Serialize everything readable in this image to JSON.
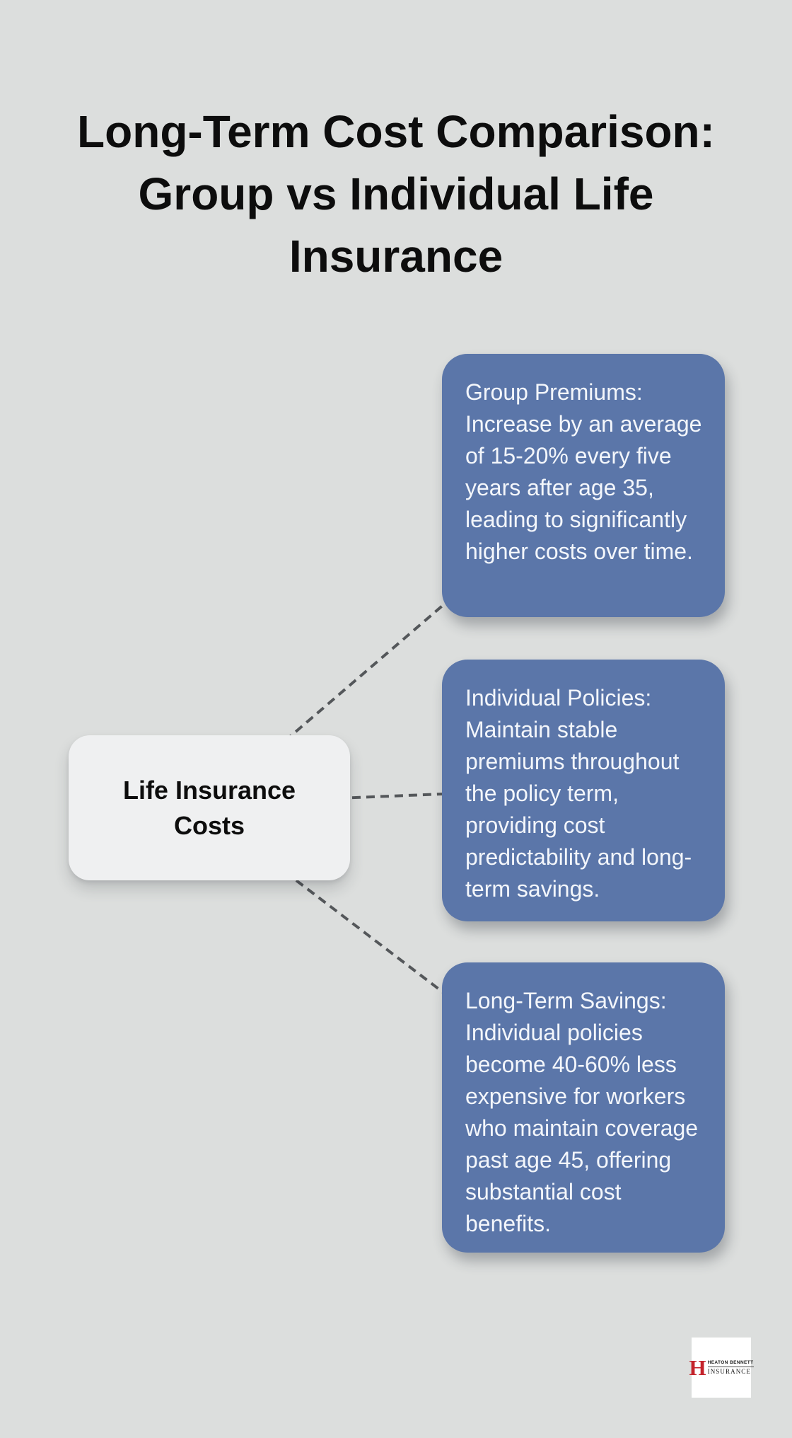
{
  "colors": {
    "background": "#dcdedd",
    "card_bg": "#5b76a9",
    "card_text": "#f3f6fb",
    "center_node_bg": "#eff0f1",
    "connector": "#54575a",
    "title_text": "#0d0d0d",
    "logo_red": "#c4232b"
  },
  "title": "Long-Term Cost Comparison: Group vs Individual Life Insurance",
  "center_node": {
    "label": "Life Insurance Costs"
  },
  "cards": [
    {
      "id": "group-premiums",
      "text": "Group Premiums: Increase by an average of 15-20% every five years after age 35, leading to significantly higher costs over time."
    },
    {
      "id": "individual-policies",
      "text": "Individual Policies: Maintain stable premiums throughout the policy term, providing cost predictability and long-term savings."
    },
    {
      "id": "long-term-savings",
      "text": "Long-Term Savings: Individual policies become 40-60% less expensive for workers who maintain coverage past age 45, offering substantial cost benefits."
    }
  ],
  "logo": {
    "monogram": "H",
    "name": "HEATON BENNETT",
    "type": "INSURANCE"
  }
}
